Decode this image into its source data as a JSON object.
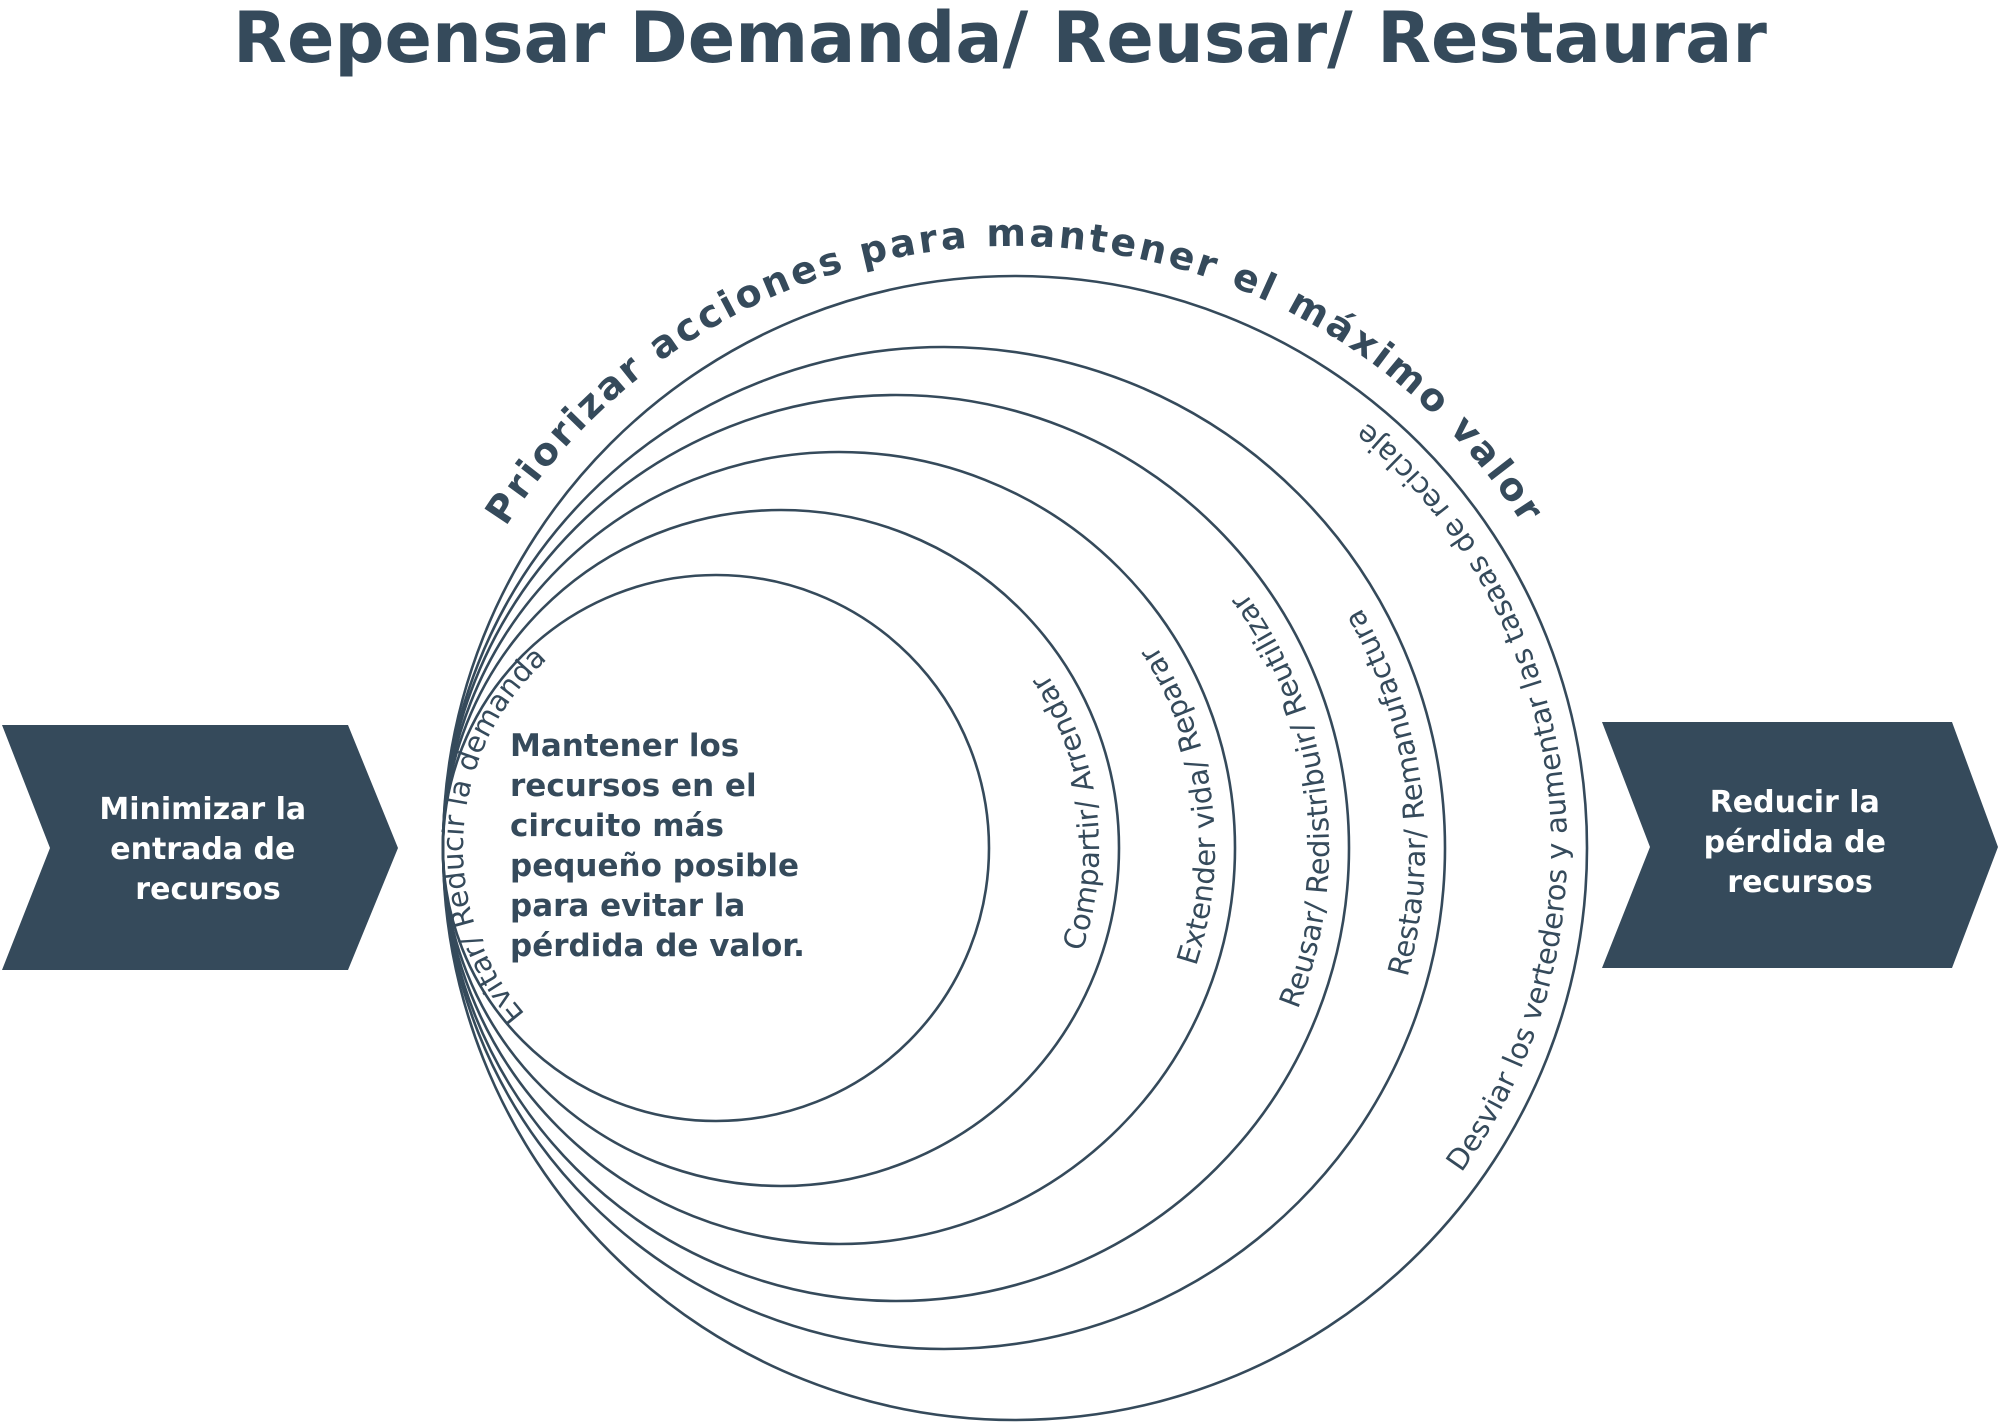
{
  "title": "Repensar Demanda/ Reusar/ Restaurar",
  "heading_curved": "Priorizar acciones para mantener el máximo valor",
  "left_chevron": {
    "lines": [
      "Minimizar la",
      "entrada de",
      "recursos"
    ]
  },
  "right_chevron": {
    "lines": [
      "Reducir la",
      "pérdida de",
      "recursos"
    ]
  },
  "center_text": {
    "lines": [
      "Mantener los",
      "recursos en el",
      "circuito más",
      "pequeño posible",
      "para evitar la",
      "pérdida de valor."
    ]
  },
  "rings": [
    {
      "label": "Evitar/ Reducir la demanda"
    },
    {
      "label": "Compartir/ Arrendar"
    },
    {
      "label": "Extender vida/ Reparar"
    },
    {
      "label": "Reusar/ Redistribuir/ Reutilizar"
    },
    {
      "label": "Restaurar/ Remanufactura"
    },
    {
      "label": "Desviar los vertederos y aumentar las tasaas de reciclaje"
    }
  ],
  "colors": {
    "primary": "#354a5b",
    "background": "#ffffff"
  }
}
